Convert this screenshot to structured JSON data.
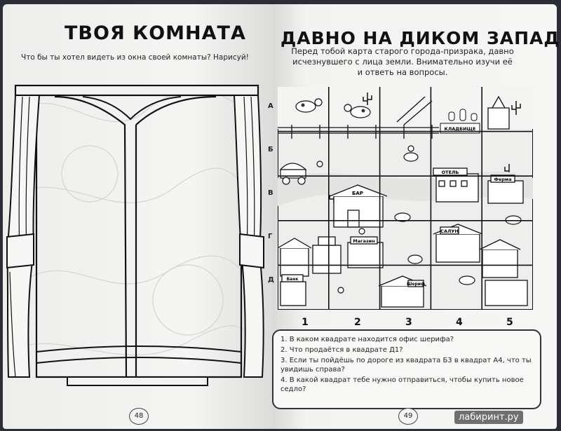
{
  "left_page": {
    "title": "ТВОЯ КОМНАТА",
    "subtitle": "Что бы ты хотел видеть из окна своей комнаты? Нарисуй!",
    "page_number": "48"
  },
  "right_page": {
    "title": "ДАВНО НА ДИКОМ ЗАПАДЕ",
    "intro_lines": [
      "Перед тобой карта старого города-призрака, давно",
      "исчезнувшего с лица земли. Внимательно изучи её",
      "и ответь на вопросы."
    ],
    "rows": [
      "А",
      "Б",
      "В",
      "Г",
      "Д"
    ],
    "columns": [
      "1",
      "2",
      "3",
      "4",
      "5"
    ],
    "map_signs": {
      "cemetery": "КЛАДБИЩЕ",
      "bar": "БАР",
      "hotel": "ОТЕЛЬ",
      "farm": "Ферма",
      "saloon": "САЛУН",
      "shop": "Магазин",
      "sheriff": "Шериф",
      "bank": "Банк"
    },
    "questions": [
      "1. В каком квадрате находится офис шерифа?",
      "2. Что продаётся в квадрате Д1?",
      "3. Если ты пойдёшь по дороге из квадрата Б3 в квадрат А4, что ты увидишь справа?",
      "4. В какой квадрат тебе нужно отправиться, чтобы купить новое седло?"
    ],
    "page_number": "49"
  },
  "watermark": "лабиринт.ру"
}
